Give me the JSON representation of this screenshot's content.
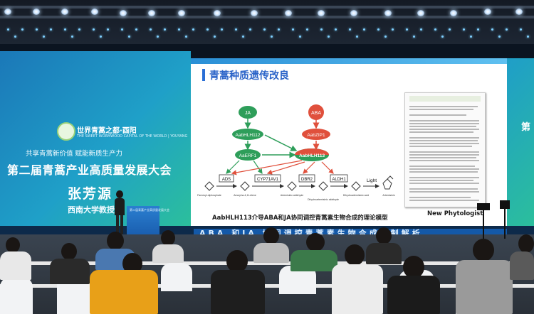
{
  "left_screen": {
    "logo_text": "世界青蒿之都·酉阳",
    "logo_sub": "THE SWEET WORMWOOD CAPITAL OF THE WORLD | YOUYANG",
    "slogan": "共享青蒿新价值   赋能新质生产力",
    "conference": "第二届青蒿产业高质量发展大会",
    "speaker": "张芳源",
    "affiliation": "西南大学教授"
  },
  "slide": {
    "title": "青蒿种质遗传改良",
    "caption": "AabHLH113介导ABA和JA协同调控青蒿素生物合成的理论模型",
    "journal": "New Phytologist",
    "nodes": {
      "ja": "JA",
      "aba": "ABA",
      "aabhlh112": "AabHLH112",
      "aabzip1": "AabZIP1",
      "aaerf1": "AaERF1",
      "aabhlh113": "AabHLH113"
    },
    "enzymes": [
      "ADS",
      "CYP71AV1",
      "DBR2",
      "ALDH1"
    ],
    "light_label": "Light",
    "compounds": [
      "Farnesyl-diphosphate",
      "Amorpha-4,11-diene",
      "Artemisinic aldehyde",
      "Dihydroartemisinic aldehyde",
      "Dihydroartemisinic acid",
      "Artemisinin"
    ]
  },
  "right_screen": {
    "text": "第"
  },
  "banner": {
    "text": "ABA 和JA 协同调控青蒿素生物合成机制解析"
  },
  "podium": {
    "text": "第二届青蒿产业高质量发展大会"
  },
  "colors": {
    "node_green": "#2e9e5a",
    "node_red": "#e0503c",
    "slide_title": "#2a63c8",
    "screen_blue": "#1b78b8",
    "screen_green": "#2cc09a"
  }
}
